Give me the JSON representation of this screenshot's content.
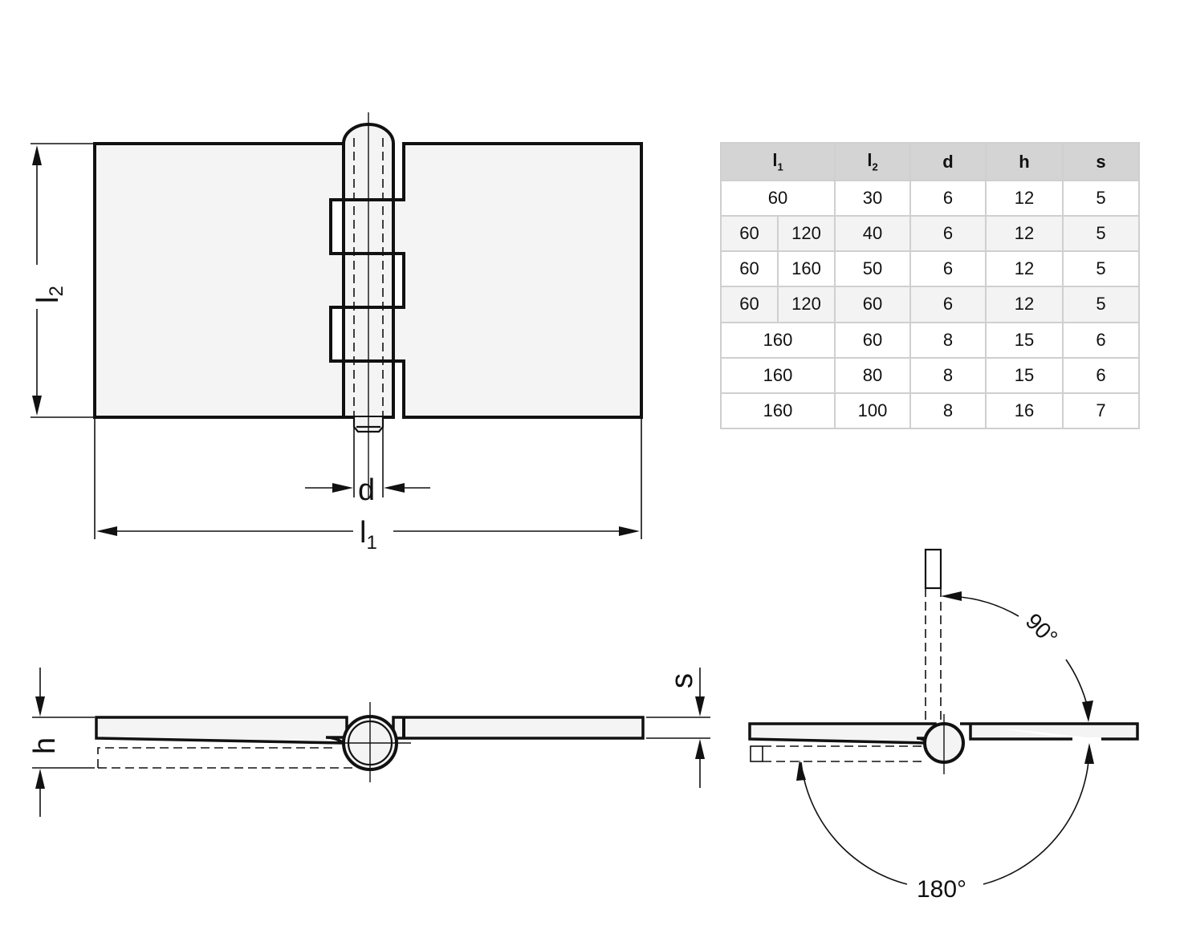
{
  "labels": {
    "l1": "l",
    "l1_sub": "1",
    "l2": "l",
    "l2_sub": "2",
    "d": "d",
    "h": "h",
    "s": "s",
    "angle_90": "90°",
    "angle_180": "180°"
  },
  "table": {
    "headers": [
      {
        "text": "l",
        "sub": "1"
      },
      {
        "text": "l",
        "sub": "2"
      },
      {
        "text": "d",
        "sub": ""
      },
      {
        "text": "h",
        "sub": ""
      },
      {
        "text": "s",
        "sub": ""
      }
    ],
    "rows": [
      {
        "l1": "60",
        "l1b": "",
        "l2": "30",
        "d": "6",
        "h": "12",
        "s": "5"
      },
      {
        "l1": "60",
        "l1b": "120",
        "l2": "40",
        "d": "6",
        "h": "12",
        "s": "5"
      },
      {
        "l1": "60",
        "l1b": "160",
        "l2": "50",
        "d": "6",
        "h": "12",
        "s": "5"
      },
      {
        "l1": "60",
        "l1b": "120",
        "l2": "60",
        "d": "6",
        "h": "12",
        "s": "5"
      },
      {
        "l1": "160",
        "l1b": "",
        "l2": "60",
        "d": "8",
        "h": "15",
        "s": "6"
      },
      {
        "l1": "160",
        "l1b": "",
        "l2": "80",
        "d": "8",
        "h": "15",
        "s": "6"
      },
      {
        "l1": "160",
        "l1b": "",
        "l2": "100",
        "d": "8",
        "h": "16",
        "s": "7"
      }
    ]
  }
}
